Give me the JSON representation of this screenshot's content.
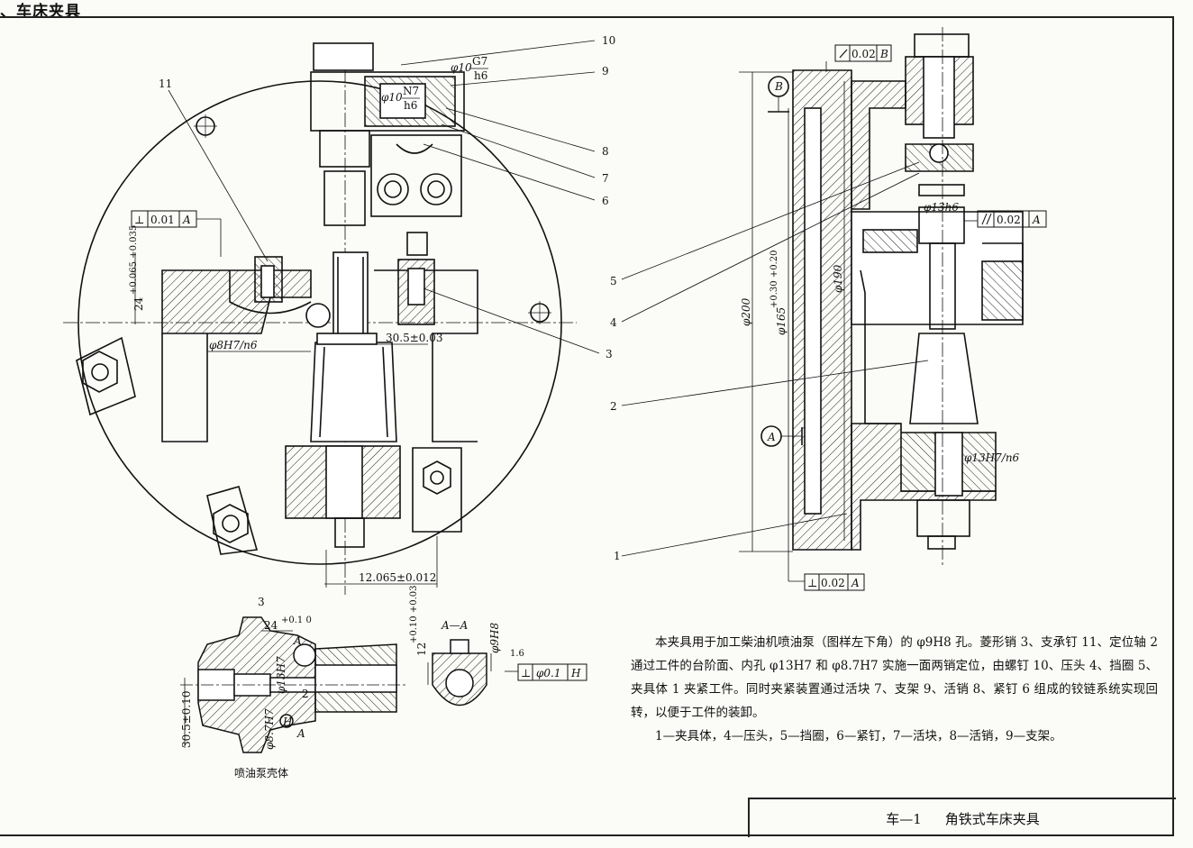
{
  "heading": "、车床夹具",
  "callouts": {
    "left_view": [
      "11",
      "10",
      "9",
      "8",
      "7",
      "6",
      "3"
    ],
    "right_view": [
      "5",
      "4",
      "2",
      "1"
    ],
    "section_view": [
      "3",
      "2"
    ]
  },
  "dimensions": {
    "d_h6_top": "φ10",
    "fit_G7": "G7",
    "fit_h6a": "h6",
    "d_N7": "φ10",
    "fit_N7": "N7",
    "fit_h6b": "h6",
    "perp_left": "⊥",
    "perp_left_val": "0.01",
    "perp_left_datum": "A",
    "dim_24": "24",
    "dim_24_tol": "+0.065 +0.035",
    "dim_8H7": "φ8H7/n6",
    "dim_30_5": "30.5±0.03",
    "dim_12_065": "12.065±0.012",
    "flat_val": "0.02",
    "flat_datum": "B",
    "datum_B": "B",
    "d13h6": "φ13h6",
    "par_val": "0.02",
    "par_datum": "A",
    "d200": "φ200",
    "d165": "φ165",
    "d165_tol": "+0.30 +0.20",
    "d190": "φ190",
    "datum_A": "A",
    "d13H7n6": "φ13H7/n6",
    "perp_right_val": "0.02",
    "perp_right_datum": "A",
    "sec_24": "24",
    "sec_24_tol": "+0.1 0",
    "sec_A_mark": "A",
    "sec_d13H7": "φ13H7",
    "sec_d8_7H7": "φ8.7H7",
    "sec_30_5": "30.5±0.10",
    "sec_H": "H",
    "sec_A_bottom": "A",
    "sec_label": "喷油泵壳体",
    "aa_label": "A—A",
    "aa_d9H8": "φ9H8",
    "aa_12": "12",
    "aa_12_tol": "+0.10 +0.03",
    "aa_rough": "1.6",
    "aa_perp": "⊥",
    "aa_perp_val": "φ0.1",
    "aa_perp_datum": "H"
  },
  "description": {
    "paragraph": "本夹具用于加工柴油机喷油泵（图样左下角）的 φ9H8 孔。菱形销 3、支承钉 11、定位轴 2 通过工件的台阶面、内孔 φ13H7 和 φ8.7H7 实施一面两销定位，由螺钉 10、压头 4、挡圈 5、夹具体 1 夹紧工件。同时夹紧装置通过活块 7、支架 9、活销 8、紧钉 6 组成的铰链系统实现回转，以便于工件的装卸。",
    "legend": "1—夹具体，4—压头，5—挡圈，6—紧钉，7—活块，8—活销，9—支架。"
  },
  "title_block": {
    "code": "车—1",
    "name": "角铁式车床夹具"
  }
}
